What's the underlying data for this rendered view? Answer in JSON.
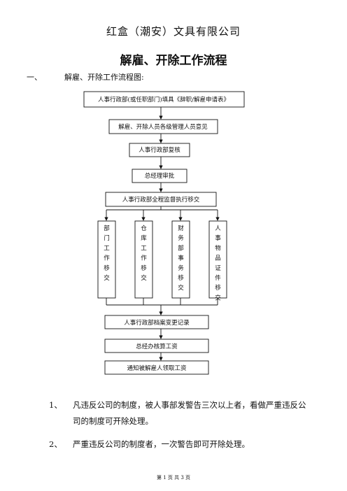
{
  "header": {
    "company": "红盒（潮安）文具有限公司",
    "title": "解雇、开除工作流程"
  },
  "section": {
    "number": "一、",
    "heading": "解雇、开除工作流程图:"
  },
  "flow": {
    "step1": "人事行政部(或任职部门)填具《辞职/解雇申请表》",
    "step2": "解雇、开除人员各级管理人员意见",
    "step3": "人事行政部复核",
    "step4": "总经理审批",
    "step5": "人事行政部全程监督执行移交",
    "branches": [
      "部门工作移交",
      "仓库工作移交",
      "财务部事务移交",
      "人事物品证件移交"
    ],
    "step6": "人事行政部档案变更记录",
    "step7": "总经办核算工资",
    "step8": "通知被解雇人领取工资"
  },
  "rules": [
    {
      "index": "1、",
      "line1": "凡违反公司的制度，被人事部发警告三次以上者，看做严重违反公",
      "line2": "司的制度可开除处理。"
    },
    {
      "index": "2、",
      "line1": "严重违反公司的制度者，一次警告即可开除处理。"
    }
  ],
  "footer": "第 1 页 共 3 页"
}
